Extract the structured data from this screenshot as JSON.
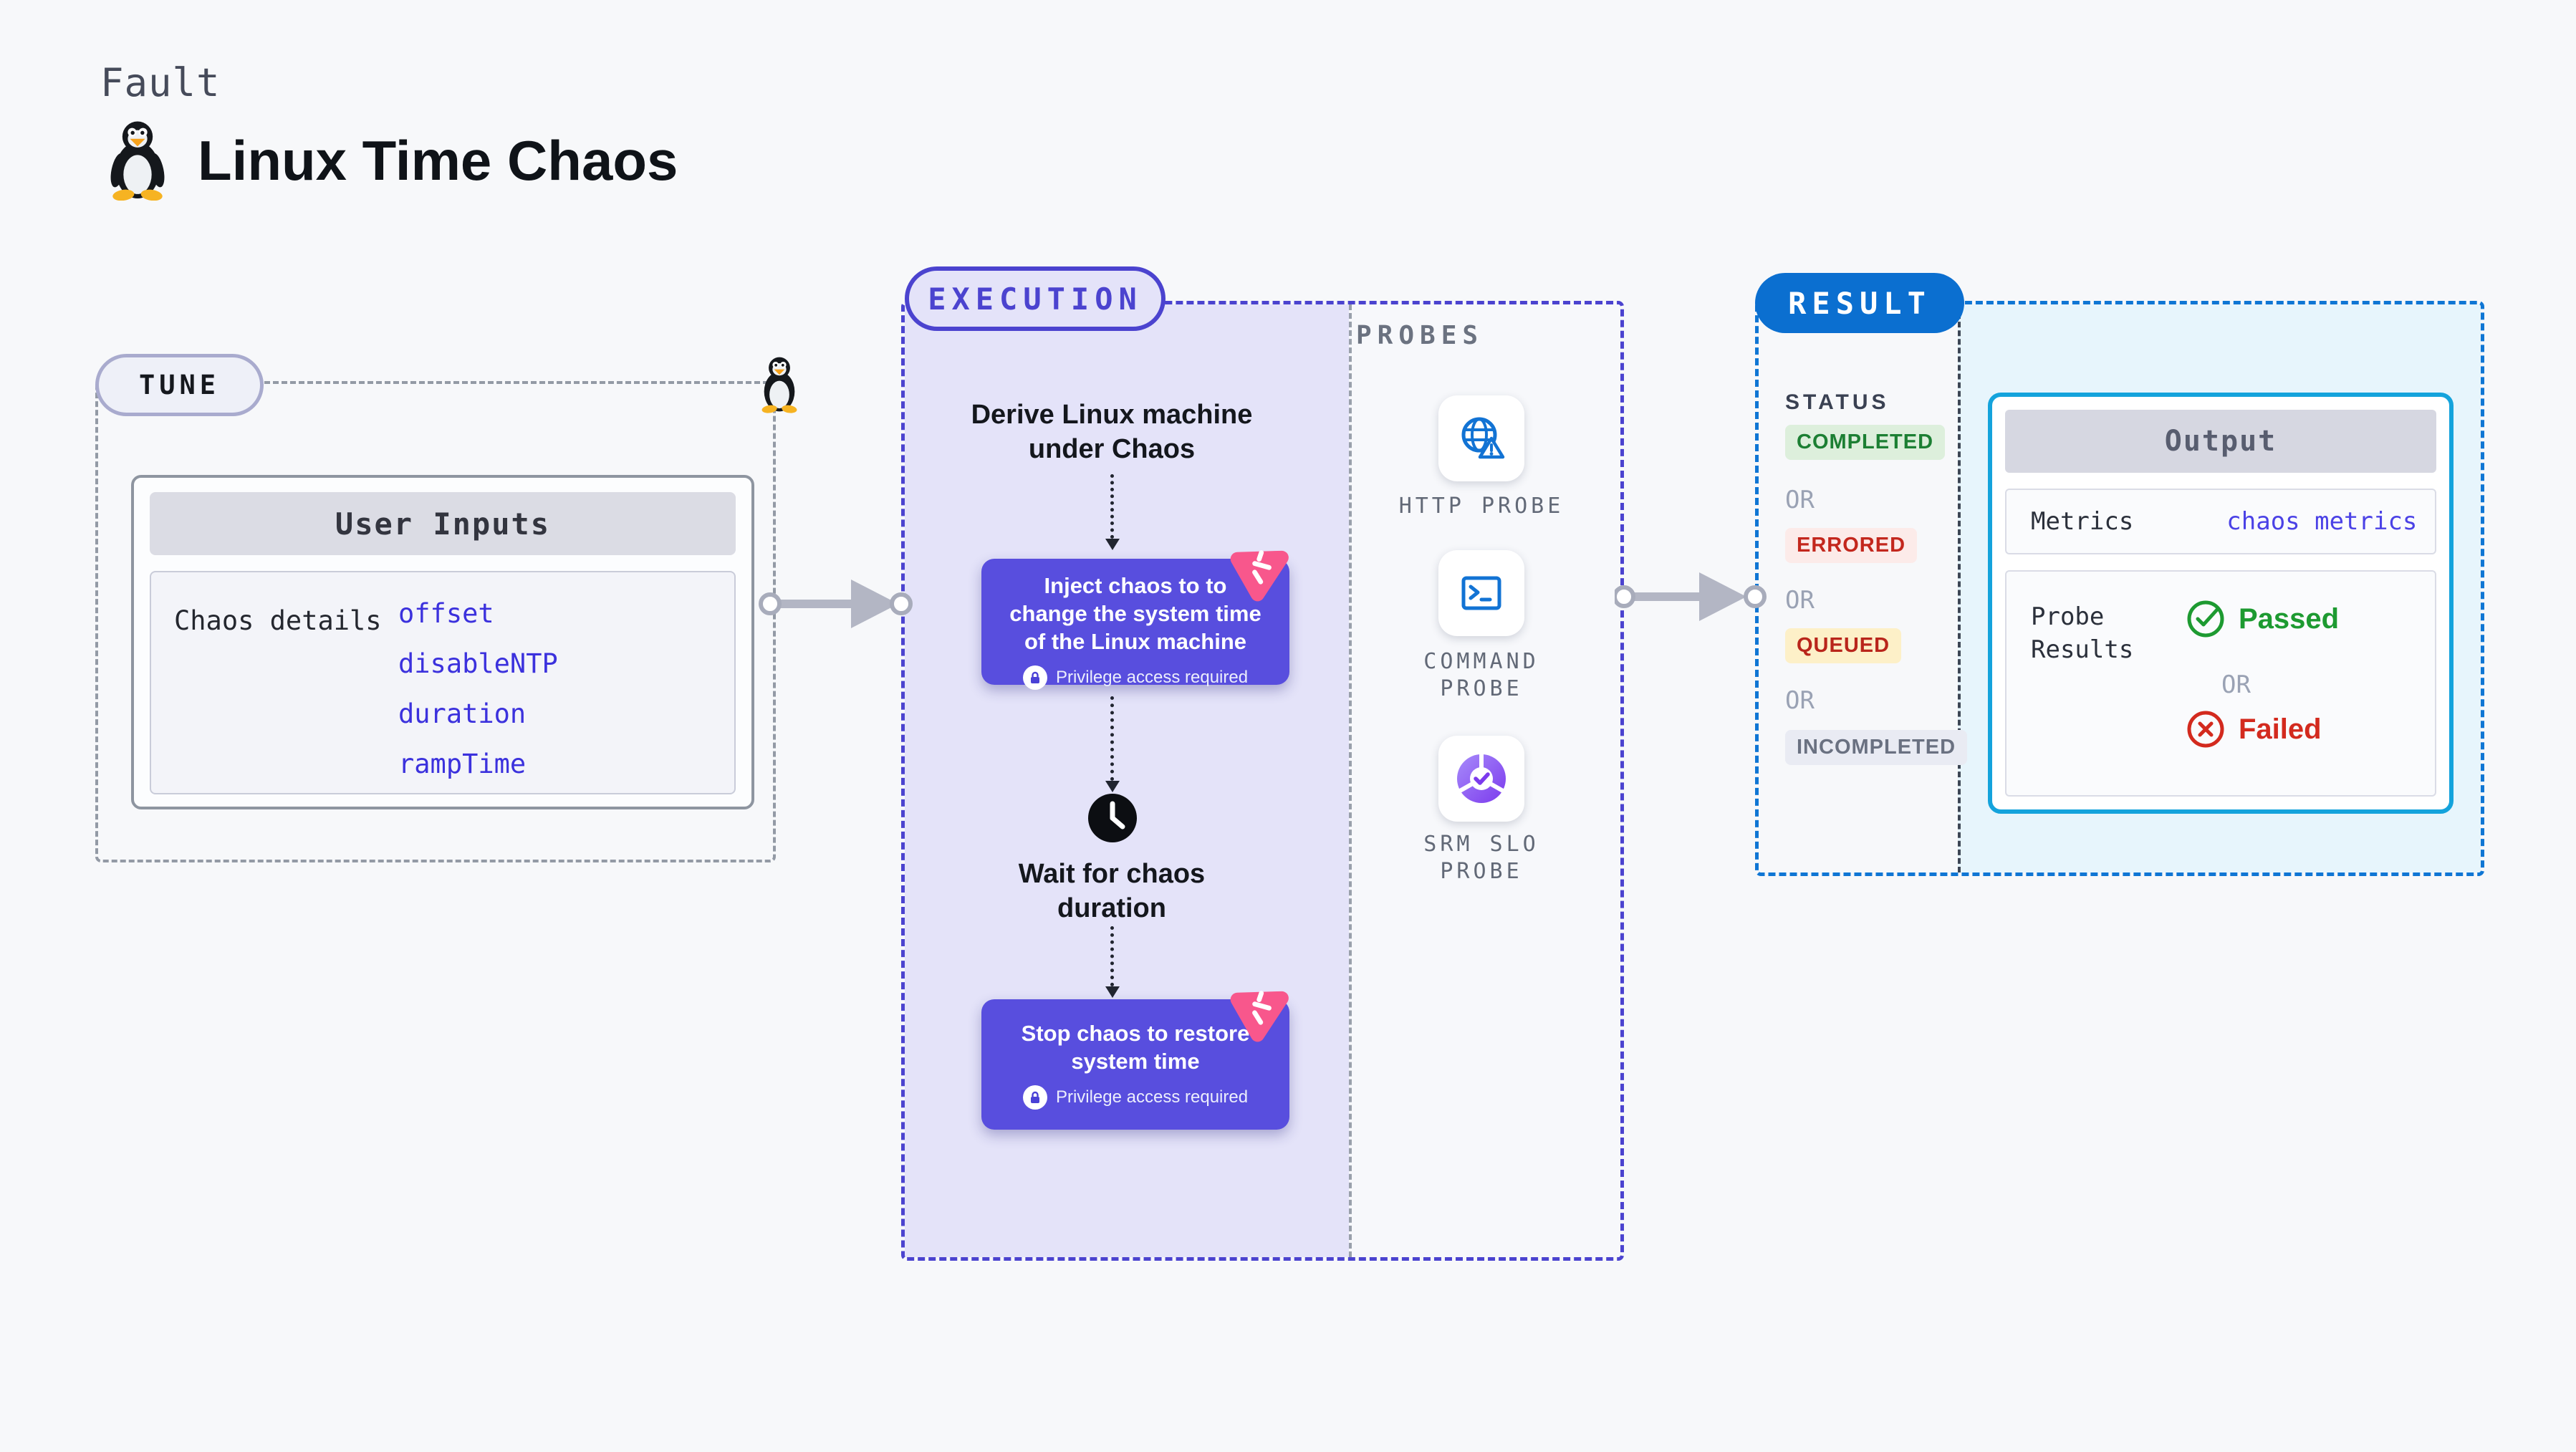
{
  "header": {
    "kicker": "Fault",
    "title": "Linux Time Chaos"
  },
  "tune": {
    "badge": "TUNE",
    "card_title": "User Inputs",
    "row_label": "Chaos details",
    "values": [
      "offset",
      "disableNTP",
      "duration",
      "rampTime"
    ]
  },
  "execution": {
    "badge": "EXECUTION",
    "derive_text": "Derive Linux machine under Chaos",
    "inject_text": "Inject chaos to to change the system time of the Linux machine",
    "privilege_text": "Privilege access required",
    "wait_text": "Wait for chaos duration",
    "stop_text": "Stop chaos to restore system time"
  },
  "probes": {
    "title": "PROBES",
    "items": [
      {
        "label": "HTTP PROBE",
        "icon": "http-probe-icon"
      },
      {
        "label": "COMMAND PROBE",
        "icon": "command-probe-icon"
      },
      {
        "label": "SRM SLO PROBE",
        "icon": "srm-slo-probe-icon"
      }
    ]
  },
  "result": {
    "badge": "RESULT",
    "status_label": "STATUS",
    "or_label": "OR",
    "statuses": [
      {
        "label": "COMPLETED",
        "fg": "#1c7f33",
        "bg": "#ddefdc"
      },
      {
        "label": "ERRORED",
        "fg": "#c3271d",
        "bg": "#fcebe9"
      },
      {
        "label": "QUEUED",
        "fg": "#b9251b",
        "bg": "#fdf0c8"
      },
      {
        "label": "INCOMPLETED",
        "fg": "#6a7181",
        "bg": "#e9ebf3"
      }
    ],
    "output": {
      "title": "Output",
      "metrics_label": "Metrics",
      "metrics_value": "chaos metrics",
      "probe_results_label": "Probe Results",
      "passed": "Passed",
      "failed": "Failed"
    }
  },
  "colors": {
    "page_bg": "#f7f8fa",
    "tune_dash": "#939aa5",
    "execution_accent": "#4b43cf",
    "execution_bg": "#e4e3f9",
    "chaos_card_bg": "#584ede",
    "chaos_icon_pink": "#f8578c",
    "result_dash": "#0f76d4",
    "result_badge_bg": "#0b6fd0",
    "result_panel_bg": "#e7f5fc",
    "output_border": "#14a3dc",
    "probe_icon_blue": "#1273d4",
    "passed_green": "#1d9a31",
    "failed_red": "#d32a1e",
    "value_blue": "#3b31dd",
    "arrow_gray": "#b3b6c4"
  }
}
